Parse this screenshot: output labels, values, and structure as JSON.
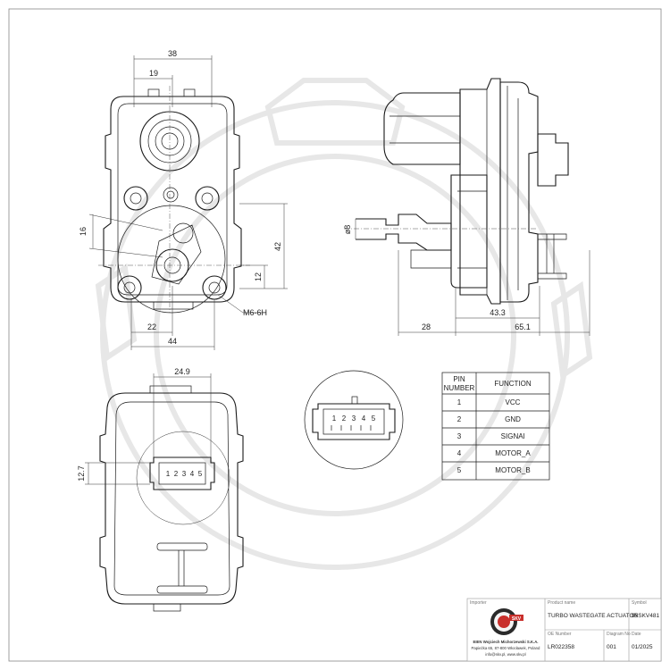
{
  "drawing": {
    "dimensions": {
      "front_width_top": "38",
      "front_half_top": "19",
      "front_radius": "16",
      "front_height": "42",
      "front_small": "12",
      "thread": "M6-6H",
      "front_bottom_half": "22",
      "front_bottom_width": "44",
      "side_diameter": "ø8",
      "side_depth": "43.3",
      "side_left": "28",
      "side_total": "65.1",
      "back_width": "24.9",
      "back_height": "12.7"
    },
    "connector_pins": [
      "1",
      "2",
      "3",
      "4",
      "5"
    ],
    "pin_table": {
      "header_pin": "PIN",
      "header_number": "NUMBER",
      "header_function": "FUNCTION",
      "rows": [
        {
          "pin": "1",
          "function": "VCC"
        },
        {
          "pin": "2",
          "function": "GND"
        },
        {
          "pin": "3",
          "function": "SIGNAl"
        },
        {
          "pin": "4",
          "function": "MOTOR_A"
        },
        {
          "pin": "5",
          "function": "MOTOR_B"
        }
      ]
    }
  },
  "title_block": {
    "importer_label": "Importer",
    "importer_name": "EIEN Wojciech Michorzewski S.K.A.",
    "importer_address": "Papieżka 65, 87-800 Włocławek, Poland",
    "importer_contact": "info@skv.pl, www.skv.pl",
    "logo_text": "SKV",
    "product_name_label": "Product name",
    "product_name": "TURBO WASTEGATE ACTUATOR",
    "symbol_label": "Symbol",
    "symbol": "95SKV481",
    "oe_label": "OE Number",
    "oe_number": "LR022358",
    "diagram_label": "Diagram No",
    "diagram_no": "001",
    "date_label": "Date",
    "date": "01/2025"
  },
  "colors": {
    "line": "#1a1a1a",
    "watermark": "#e7e7e7",
    "logo_red": "#c9302c"
  }
}
